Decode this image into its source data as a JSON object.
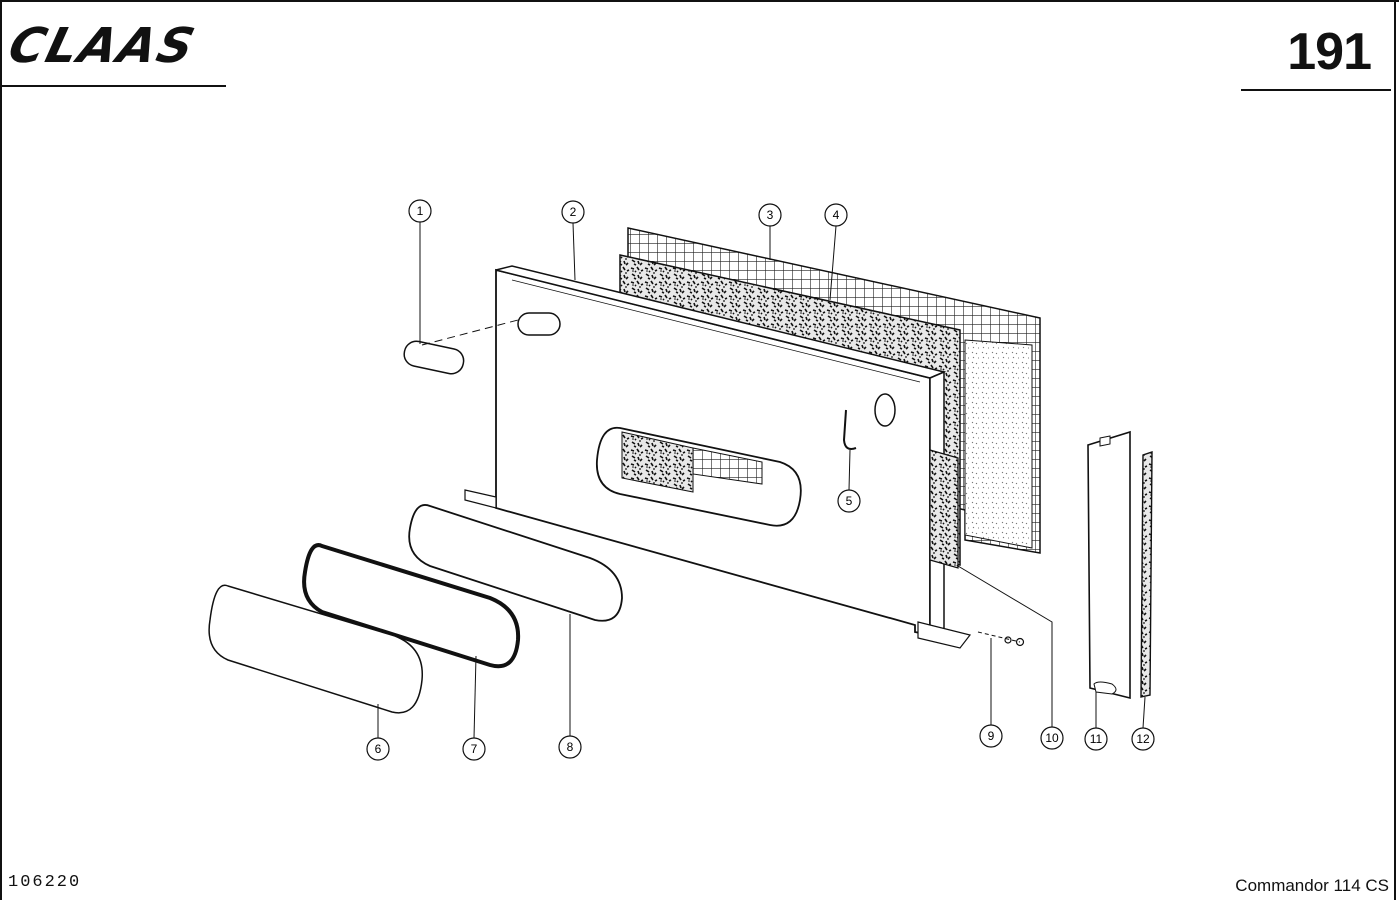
{
  "header": {
    "brand": "CLAAS",
    "page_number": "191"
  },
  "footer": {
    "reference_code": "106220",
    "model": "Commandor 114 CS"
  },
  "callouts": [
    "1",
    "2",
    "3",
    "4",
    "5",
    "6",
    "7",
    "8",
    "9",
    "10",
    "11",
    "12"
  ]
}
